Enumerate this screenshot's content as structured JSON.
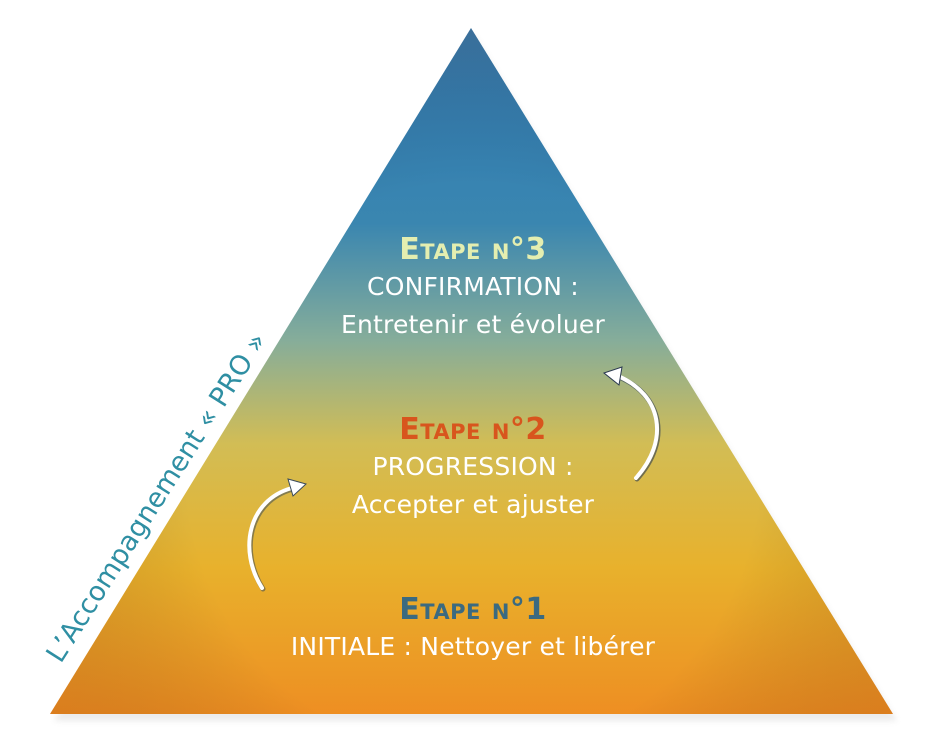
{
  "caption": "L’Accompagnement « PRO »",
  "colors": {
    "top": "#2f7bb6",
    "middle": "#d7c24a",
    "bottom": "#ee8d22",
    "caption": "#2f8fa3",
    "step1_title": "#3b6a80",
    "step2_title": "#d8551d",
    "step3_title": "#e4eeb0"
  },
  "steps": [
    {
      "title": "Etape n°3",
      "lines": [
        "CONFIRMATION :",
        "Entretenir et évoluer"
      ]
    },
    {
      "title": "Etape n°2",
      "lines": [
        "PROGRESSION :",
        "Accepter et ajuster"
      ]
    },
    {
      "title": "Etape n°1",
      "lines": [
        "INITIALE : Nettoyer et libérer"
      ]
    }
  ]
}
